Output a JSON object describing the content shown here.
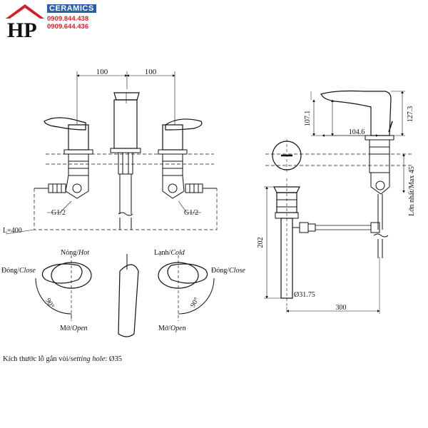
{
  "logo": {
    "initials": "HP",
    "brand": "CERAMICS",
    "phone_1": "0909.844.438",
    "phone_2": "0909.644.436",
    "color_orange": "#f0a01e",
    "color_blue": "#2b5fa8",
    "color_red": "#d2202a"
  },
  "front_view": {
    "dim_left": "100",
    "dim_right": "100",
    "pipe_left": "G1/2",
    "pipe_right": "G1/2",
    "hose_length": "L=400"
  },
  "top_view": {
    "hot_vi": "Nóng/",
    "hot_en": "Hot",
    "cold_vi": "Lạnh/",
    "cold_en": "Cold",
    "close_vi": "Đóng/",
    "close_en": "Close",
    "open_vi": "Mở/",
    "open_en": "Open",
    "angle": "90°"
  },
  "side_view": {
    "dim_spout_height": "107.1",
    "dim_total_height": "127.3",
    "dim_reach": "104.6",
    "dim_max_thickness": "Lớn nhất/Max 45",
    "dim_drain_height": "202",
    "dim_drain_diameter": "Ø31.75",
    "dim_drain_length": "300"
  },
  "footnote": {
    "label_vi": "Kích thước lỗ gắn vòi/",
    "label_en": "setting hole",
    "value": ": Ø35"
  }
}
